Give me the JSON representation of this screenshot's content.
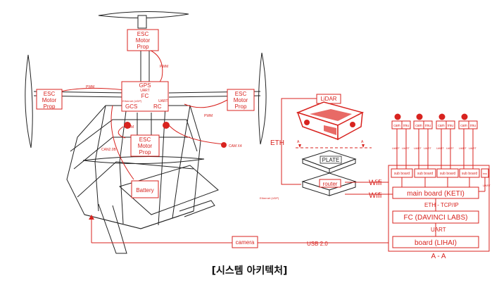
{
  "drone": {
    "esc_top": [
      "ESC",
      "Motor",
      "Prop"
    ],
    "esc_left": [
      "ESC",
      "Motor",
      "Prop"
    ],
    "esc_right": [
      "ESC",
      "Motor",
      "Prop"
    ],
    "esc_center": [
      "ESC",
      "Motor",
      "Prop"
    ],
    "fc": {
      "gps": "GPS",
      "uart": "UART",
      "fc": "FC",
      "ethernet": "Ethernet (UDP)",
      "uart2": "UART",
      "gcs": "GCS",
      "rc": "RC"
    },
    "pwm": "PWM",
    "can": "CAN2.0B",
    "cam": "CAM X4",
    "battery": "Battery",
    "camera": "camera",
    "usb": "USB  2.0",
    "ethernet_note": "Ethernet (UDP)"
  },
  "stack": {
    "lidar": "LiDAR",
    "eth": "ETH",
    "a": "A",
    "plate": "PLATE",
    "router": "router",
    "wifi": "Wifi"
  },
  "arch": {
    "cam": "cam",
    "imu": "imu",
    "uart": "UART",
    "sub_board": "sub board",
    "main_board": "main board (KETI)",
    "eth_tcp": "ETH - TCP/IP",
    "fc_board": "FC (DAVINCI LABS)",
    "uart_link": "UART",
    "board": "board (LIHAI)",
    "section": "A - A"
  },
  "caption": "[시스템 아키텍처]"
}
